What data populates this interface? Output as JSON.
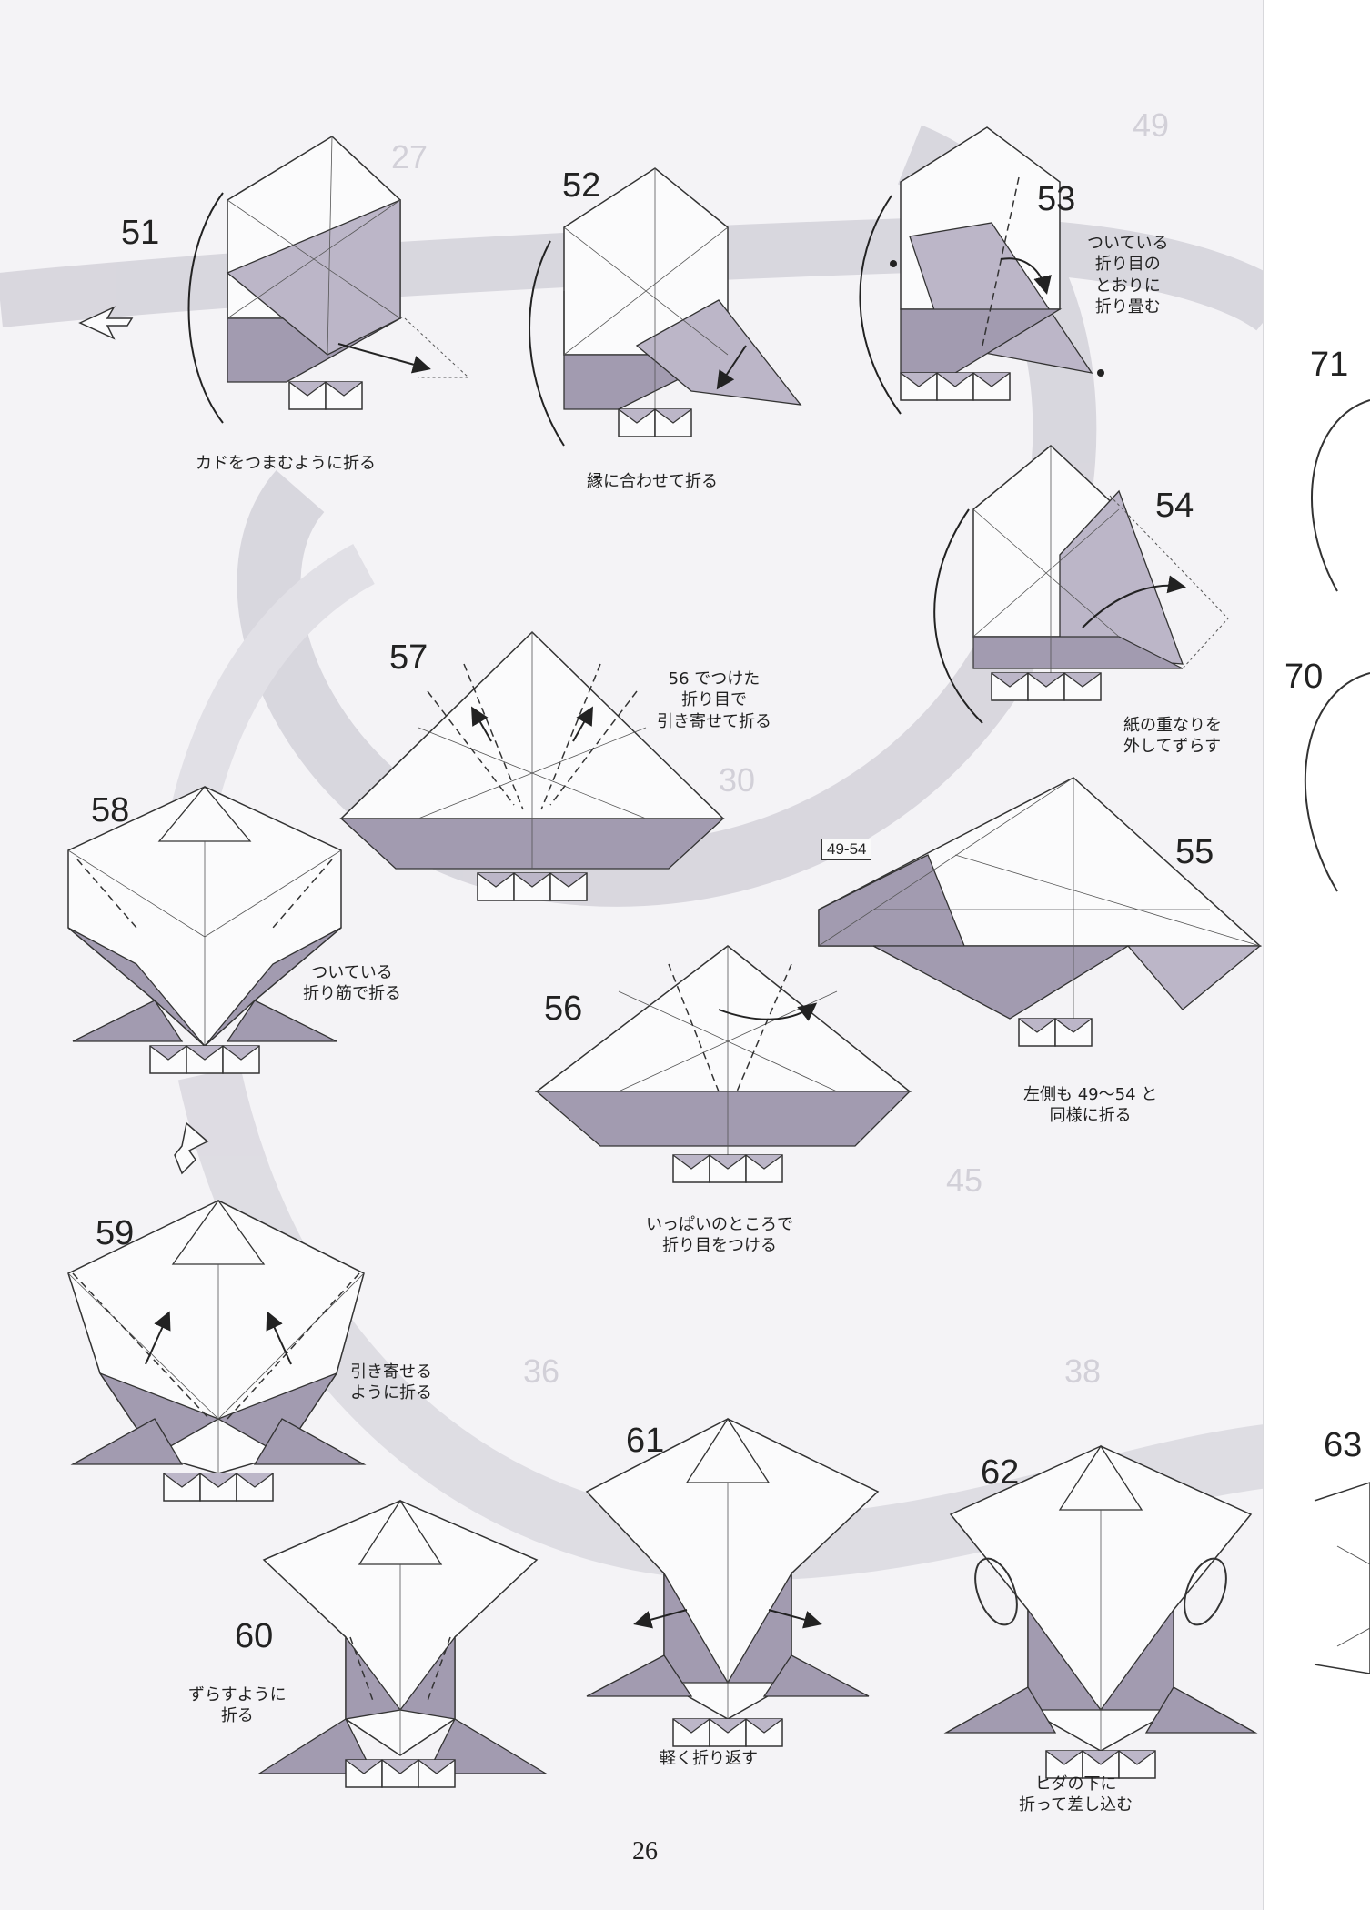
{
  "page": {
    "page_number": "26"
  },
  "steps": [
    {
      "id": "51",
      "caption": [
        "カドをつまむように折る"
      ]
    },
    {
      "id": "52",
      "caption": [
        "縁に合わせて折る"
      ]
    },
    {
      "id": "53",
      "caption": [
        "ついている",
        "折り目の",
        "とおりに",
        "折り畳む"
      ]
    },
    {
      "id": "54",
      "caption": [
        "紙の重なりを",
        "外してずらす"
      ]
    },
    {
      "id": "55",
      "caption": [
        "左側も 49〜54 と",
        "同様に折る"
      ],
      "ref": "49-54"
    },
    {
      "id": "56",
      "caption": [
        "いっぱいのところで",
        "折り目をつける"
      ]
    },
    {
      "id": "57",
      "caption": [
        "56 でつけた",
        "折り目で",
        "引き寄せて折る"
      ]
    },
    {
      "id": "58",
      "caption": [
        "ついている",
        "折り筋で折る"
      ]
    },
    {
      "id": "59",
      "caption": [
        "引き寄せる",
        "ように折る"
      ]
    },
    {
      "id": "60",
      "caption": [
        "ずらすように",
        "折る"
      ]
    },
    {
      "id": "61",
      "caption": [
        "軽く折り返す"
      ]
    },
    {
      "id": "62",
      "caption": [
        "ヒダの下に",
        "折って差し込む"
      ]
    }
  ],
  "edge_steps": [
    "71",
    "70",
    "63"
  ],
  "colors": {
    "paper_white": "#fbfbfc",
    "paper_color": "#a29bb0",
    "paper_shade": "#bcb6c8",
    "background_swirl": "#d6d4dc"
  }
}
